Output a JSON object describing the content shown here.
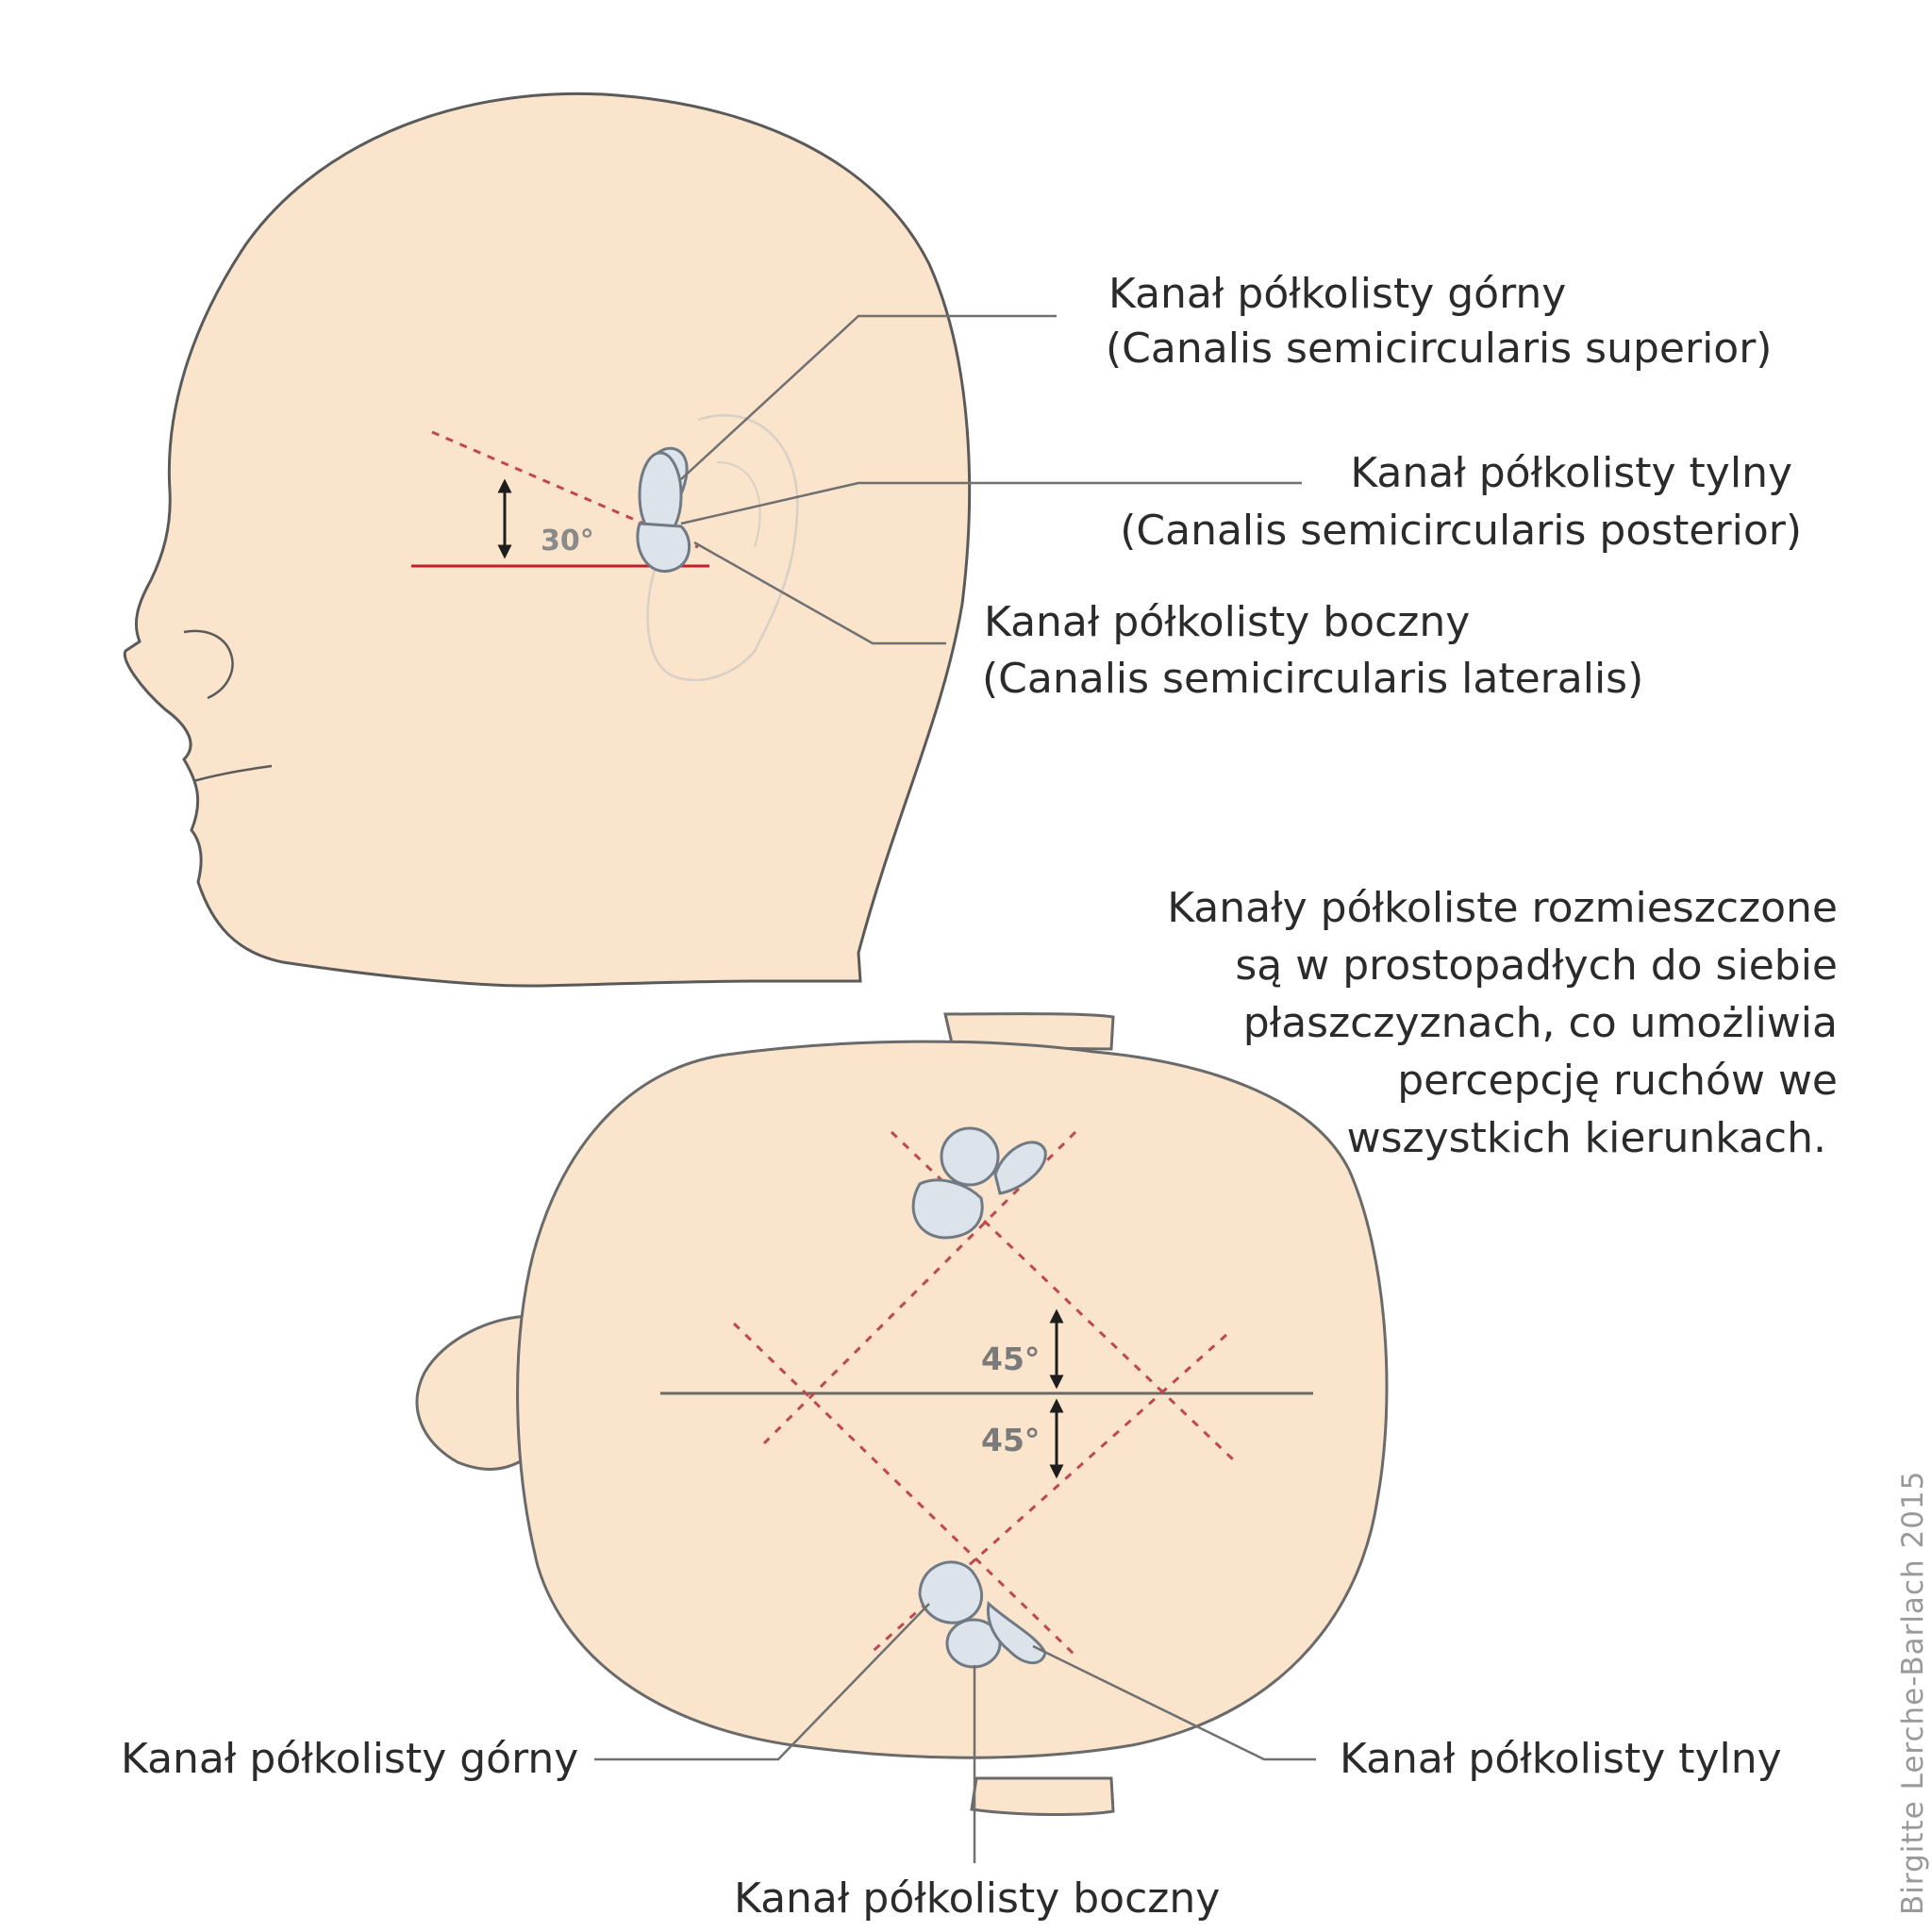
{
  "colors": {
    "skin": "#fae4cc",
    "outline": "#5a5a5a",
    "canal_fill": "#dde3ea",
    "red_line": "#c21f2b",
    "dotted": "#c0474f",
    "leader": "#707070"
  },
  "side_view": {
    "angle_label": "30°",
    "labels": {
      "superior_pl": "Kanał półkolisty górny",
      "superior_lat": "(Canalis semicircularis superior)",
      "posterior_pl": "Kanał półkolisty tylny",
      "posterior_lat": "(Canalis semicircularis posterior)",
      "lateral_pl": "Kanał półkolisty boczny",
      "lateral_lat": "(Canalis semicircularis lateralis)"
    }
  },
  "top_view": {
    "angle_upper": "45°",
    "angle_lower": "45°",
    "labels": {
      "superior": "Kanał półkolisty górny",
      "posterior": "Kanał półkolisty tylny",
      "lateral": "Kanał półkolisty boczny"
    }
  },
  "note": {
    "line1": "Kanały półkoliste rozmieszczone",
    "line2": "są w prostopadłych do siebie",
    "line3": "płaszczyznach, co umożliwia",
    "line4": "percepcję ruchów we",
    "line5": "wszystkich kierunkach."
  },
  "credit": "Birgitte Lerche-Barlach 2015"
}
